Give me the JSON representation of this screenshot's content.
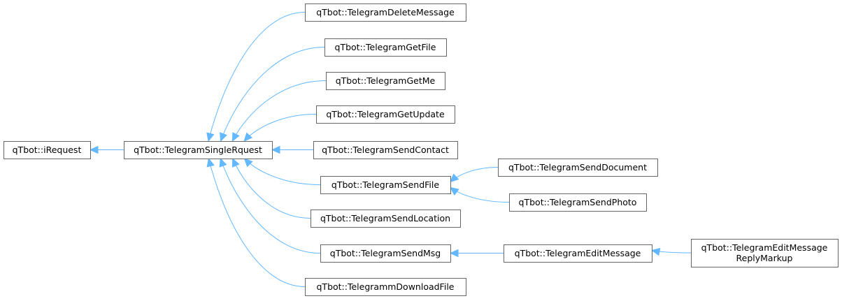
{
  "colors": {
    "edge": "#63b8ff",
    "node_border": "#666666",
    "node_fill": "#ffffff",
    "text": "#000000"
  },
  "nodes": [
    {
      "id": "irequest",
      "label": [
        "qTbot::iRequest"
      ]
    },
    {
      "id": "single",
      "label": [
        "qTbot::TelegramSingleRquest"
      ]
    },
    {
      "id": "delete",
      "label": [
        "qTbot::TelegramDeleteMessage"
      ]
    },
    {
      "id": "getfile",
      "label": [
        "qTbot::TelegramGetFile"
      ]
    },
    {
      "id": "getme",
      "label": [
        "qTbot::TelegramGetMe"
      ]
    },
    {
      "id": "getupdate",
      "label": [
        "qTbot::TelegramGetUpdate"
      ]
    },
    {
      "id": "sendcontact",
      "label": [
        "qTbot::TelegramSendContact"
      ]
    },
    {
      "id": "sendfile",
      "label": [
        "qTbot::TelegramSendFile"
      ]
    },
    {
      "id": "sendlocation",
      "label": [
        "qTbot::TelegramSendLocation"
      ]
    },
    {
      "id": "sendmsg",
      "label": [
        "qTbot::TelegramSendMsg"
      ]
    },
    {
      "id": "download",
      "label": [
        "qTbot::TelegrammDownloadFile"
      ]
    },
    {
      "id": "senddoc",
      "label": [
        "qTbot::TelegramSendDocument"
      ]
    },
    {
      "id": "sendphoto",
      "label": [
        "qTbot::TelegramSendPhoto"
      ]
    },
    {
      "id": "editmsg",
      "label": [
        "qTbot::TelegramEditMessage"
      ]
    },
    {
      "id": "editmarkup",
      "label": [
        "qTbot::TelegramEditMessage",
        "ReplyMarkup"
      ]
    }
  ],
  "edges": [
    {
      "child": "single",
      "parent": "irequest"
    },
    {
      "child": "delete",
      "parent": "single"
    },
    {
      "child": "getfile",
      "parent": "single"
    },
    {
      "child": "getme",
      "parent": "single"
    },
    {
      "child": "getupdate",
      "parent": "single"
    },
    {
      "child": "sendcontact",
      "parent": "single"
    },
    {
      "child": "sendfile",
      "parent": "single"
    },
    {
      "child": "sendlocation",
      "parent": "single"
    },
    {
      "child": "sendmsg",
      "parent": "single"
    },
    {
      "child": "download",
      "parent": "single"
    },
    {
      "child": "senddoc",
      "parent": "sendfile"
    },
    {
      "child": "sendphoto",
      "parent": "sendfile"
    },
    {
      "child": "editmsg",
      "parent": "sendmsg"
    },
    {
      "child": "editmarkup",
      "parent": "editmsg"
    }
  ]
}
